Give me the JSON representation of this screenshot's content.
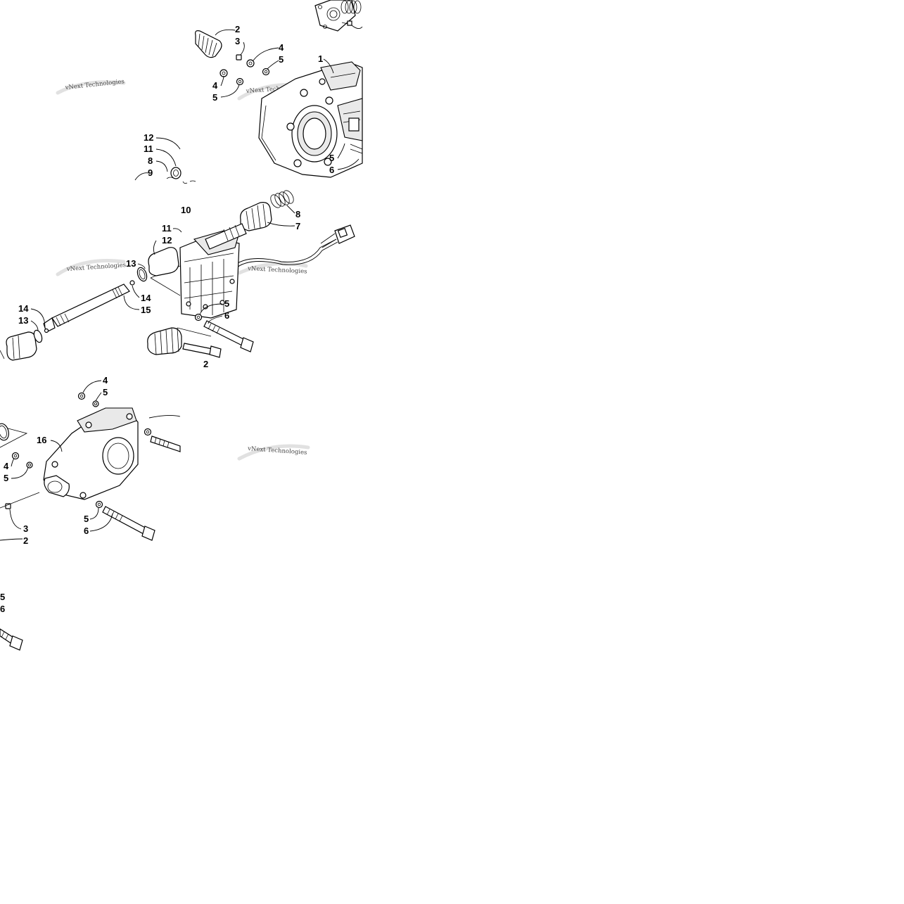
{
  "callouts": [
    {
      "id": "c1",
      "text": "1"
    },
    {
      "id": "c2a",
      "text": "2"
    },
    {
      "id": "c3a",
      "text": "3"
    },
    {
      "id": "c4a",
      "text": "4"
    },
    {
      "id": "c5a",
      "text": "5"
    },
    {
      "id": "c4b",
      "text": "4"
    },
    {
      "id": "c5b",
      "text": "5"
    },
    {
      "id": "c5c",
      "text": "5"
    },
    {
      "id": "c6a",
      "text": "6"
    },
    {
      "id": "c12a",
      "text": "12"
    },
    {
      "id": "c11a",
      "text": "11"
    },
    {
      "id": "c8a",
      "text": "8"
    },
    {
      "id": "c9",
      "text": "9"
    },
    {
      "id": "c10",
      "text": "10"
    },
    {
      "id": "c8b",
      "text": "8"
    },
    {
      "id": "c7",
      "text": "7"
    },
    {
      "id": "c11b",
      "text": "11"
    },
    {
      "id": "c12b",
      "text": "12"
    },
    {
      "id": "c13a",
      "text": "13"
    },
    {
      "id": "c14a",
      "text": "14"
    },
    {
      "id": "c15",
      "text": "15"
    },
    {
      "id": "c14b",
      "text": "14"
    },
    {
      "id": "c13b",
      "text": "13"
    },
    {
      "id": "c5d",
      "text": "5"
    },
    {
      "id": "c6b",
      "text": "6"
    },
    {
      "id": "c2b",
      "text": "2"
    },
    {
      "id": "c4c",
      "text": "4"
    },
    {
      "id": "c5e",
      "text": "5"
    },
    {
      "id": "c16",
      "text": "16"
    },
    {
      "id": "c4d",
      "text": "4"
    },
    {
      "id": "c5f",
      "text": "5"
    },
    {
      "id": "c3b",
      "text": "3"
    },
    {
      "id": "c2c",
      "text": "2"
    },
    {
      "id": "c5g",
      "text": "5"
    },
    {
      "id": "c6c",
      "text": "6"
    },
    {
      "id": "c5h",
      "text": "5"
    },
    {
      "id": "c6d",
      "text": "6"
    }
  ],
  "watermark": "vNext Technologies",
  "colors": {
    "ink": "#000000",
    "background": "#ffffff",
    "watermark": "#444444"
  }
}
